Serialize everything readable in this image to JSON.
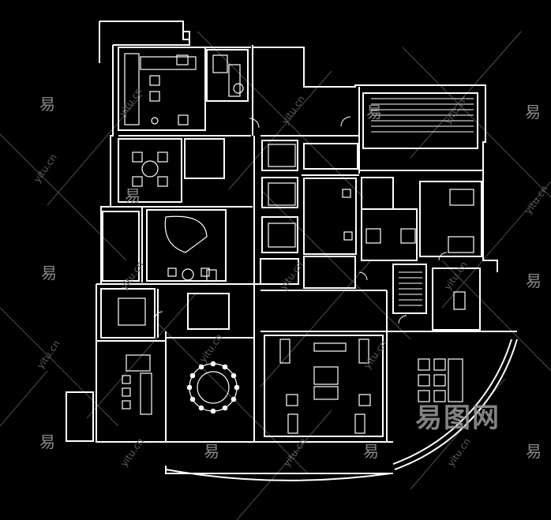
{
  "watermark": {
    "glyph": "易",
    "url": "yitu.cn",
    "brand": "易图网",
    "color": "#8a8a8a"
  },
  "drawing": {
    "line_color": "#ffffff",
    "background": "#000000"
  }
}
